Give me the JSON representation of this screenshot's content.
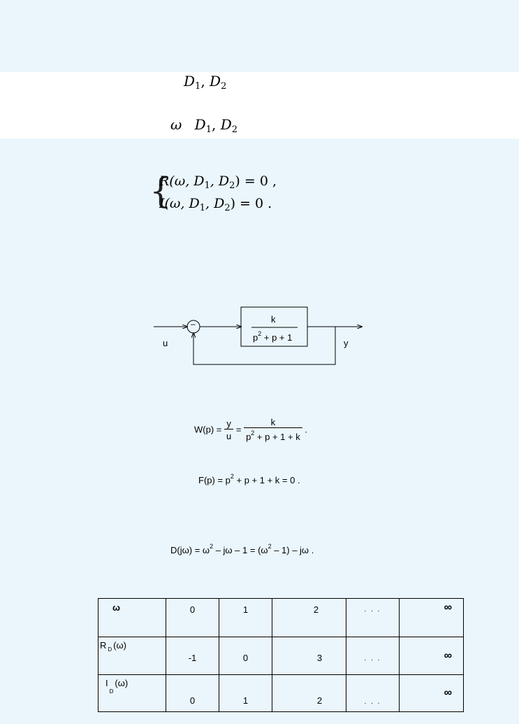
{
  "band_text": {
    "line1": {
      "var1": "D",
      "sub1": "1",
      "sep": ", ",
      "var2": "D",
      "sub2": "2"
    },
    "line2": {
      "omega": "ω",
      "var1": "D",
      "sub1": "1",
      "sep": ", ",
      "var2": "D",
      "sub2": "2"
    }
  },
  "system": {
    "eq1": {
      "lhs": "R(ω, D",
      "s1": "1",
      "mid": ", D",
      "s2": "2",
      "rhs": ") = 0 ,"
    },
    "eq2": {
      "lhs": "I(ω, D",
      "s1": "1",
      "mid": ", D",
      "s2": "2",
      "rhs": ") = 0 ."
    }
  },
  "block_diagram": {
    "input_label": "u",
    "output_label": "y",
    "summer_sign": "–",
    "tf_num": "k",
    "tf_den_a": "p",
    "tf_den_exp": "2",
    "tf_den_b": " + p + 1"
  },
  "eq_w": {
    "lhs": "W(p) = ",
    "frac1_num": "y",
    "frac1_den": "u",
    "eq": " = ",
    "frac2_num": "k",
    "frac2_den_a": "p",
    "frac2_den_exp": "2",
    "frac2_den_b": " + p + 1 + k",
    "end": " ."
  },
  "eq_f": {
    "a": "F(p) = p",
    "exp": "2",
    "b": " + p + 1 + k = 0 ."
  },
  "eq_d": {
    "a": "D(jω) = ω",
    "exp1": "2",
    "b": " – jω – 1 = (ω",
    "exp2": "2",
    "c": " – 1) – jω ."
  },
  "table": {
    "rows": [
      {
        "label": "ω",
        "label_sub": "",
        "label_arg": "",
        "cells": [
          "0",
          "1",
          "2",
          ". . .",
          "∞"
        ]
      },
      {
        "label": "R",
        "label_sub": "D",
        "label_arg": "(ω)",
        "cells": [
          "-1",
          "0",
          "3",
          ". . .",
          "∞"
        ]
      },
      {
        "label": "I",
        "label_sub": "D",
        "label_arg": "(ω)",
        "cells": [
          "0",
          "1",
          "2",
          ". . .",
          "∞"
        ]
      }
    ]
  }
}
